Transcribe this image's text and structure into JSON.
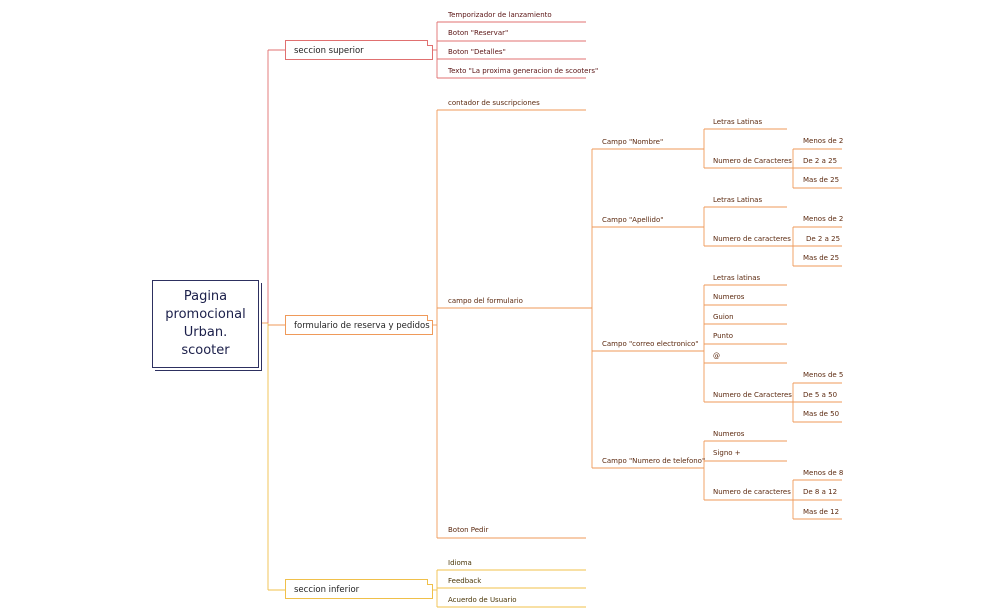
{
  "root": {
    "label": "Pagina\npromocional\nUrban.\nscooter"
  },
  "sections": {
    "superior": {
      "label": "seccion superior",
      "items": [
        "Temporizador de lanzamiento",
        "Boton \"Reservar\"",
        "Boton \"Detalles\"",
        "Texto \"La proxima generacion de scooters\""
      ]
    },
    "formulario": {
      "label": "formulario de reserva y pedidos",
      "contador": "contador de suscripciones",
      "campo": "campo del formulario",
      "boton": "Boton Pedir",
      "fields": {
        "nombre": {
          "label": "Campo \"Nombre\"",
          "letras": "Letras Latinas",
          "numero": "Numero de Caracteres",
          "ranges": [
            "Menos de 2",
            "De 2 a 25",
            "Mas de 25"
          ]
        },
        "apellido": {
          "label": "Campo \"Apellido\"",
          "letras": "Letras Latinas",
          "numero": "Numero de caracteres",
          "ranges": [
            "Menos de 2",
            "De 2 a 25",
            "Mas de 25"
          ]
        },
        "correo": {
          "label": "Campo \"correo electronico\"",
          "items": [
            "Letras latinas",
            "Numeros",
            "Guion",
            "Punto",
            "@"
          ],
          "numero": "Numero de Caracteres",
          "ranges": [
            "Menos de 5",
            "De 5 a 50",
            "Mas de 50"
          ]
        },
        "telefono": {
          "label": "Campo \"Numero de telefono\"",
          "items": [
            "Numeros",
            "Signo +"
          ],
          "numero": "Numero de caracteres",
          "ranges": [
            "Menos de 8",
            "De 8 a 12",
            "Mas de 12"
          ]
        }
      }
    },
    "inferior": {
      "label": "seccion inferior",
      "items": [
        "Idioma",
        "Feedback",
        "Acuerdo de Usuario"
      ]
    }
  },
  "colors": {
    "red": "#e07070",
    "orange": "#ef9a5a",
    "yellow": "#f0c04a",
    "root": "#2d3060"
  }
}
